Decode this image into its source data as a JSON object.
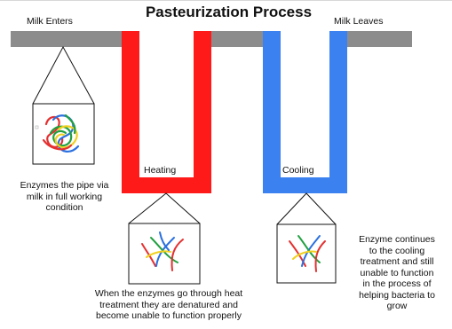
{
  "diagram": {
    "title": "Pasteurization Process",
    "labels": {
      "milk_enters": "Milk Enters",
      "milk_leaves": "Milk Leaves",
      "heating": "Heating",
      "cooling": "Cooling"
    },
    "captions": {
      "enzymes_enter": [
        "Enzymes the pipe via",
        "milk in full working",
        "condition"
      ],
      "heat_treatment": [
        "When the enzymes go through heat",
        "treatment they are denatured and",
        "become unable to function properly"
      ],
      "cooling_treatment": [
        "Enzyme continues",
        "to the cooling",
        "treatment and still",
        "unable to function",
        "in the process of",
        "helping bacteria to",
        "grow"
      ]
    },
    "colors": {
      "pipe": "#8c8c8c",
      "heating": "#ff1a1a",
      "cooling": "#3b82f0",
      "enzyme_red": "#e53030",
      "enzyme_blue": "#2a70e0",
      "enzyme_green": "#20a040",
      "enzyme_yellow": "#f0d020"
    }
  }
}
